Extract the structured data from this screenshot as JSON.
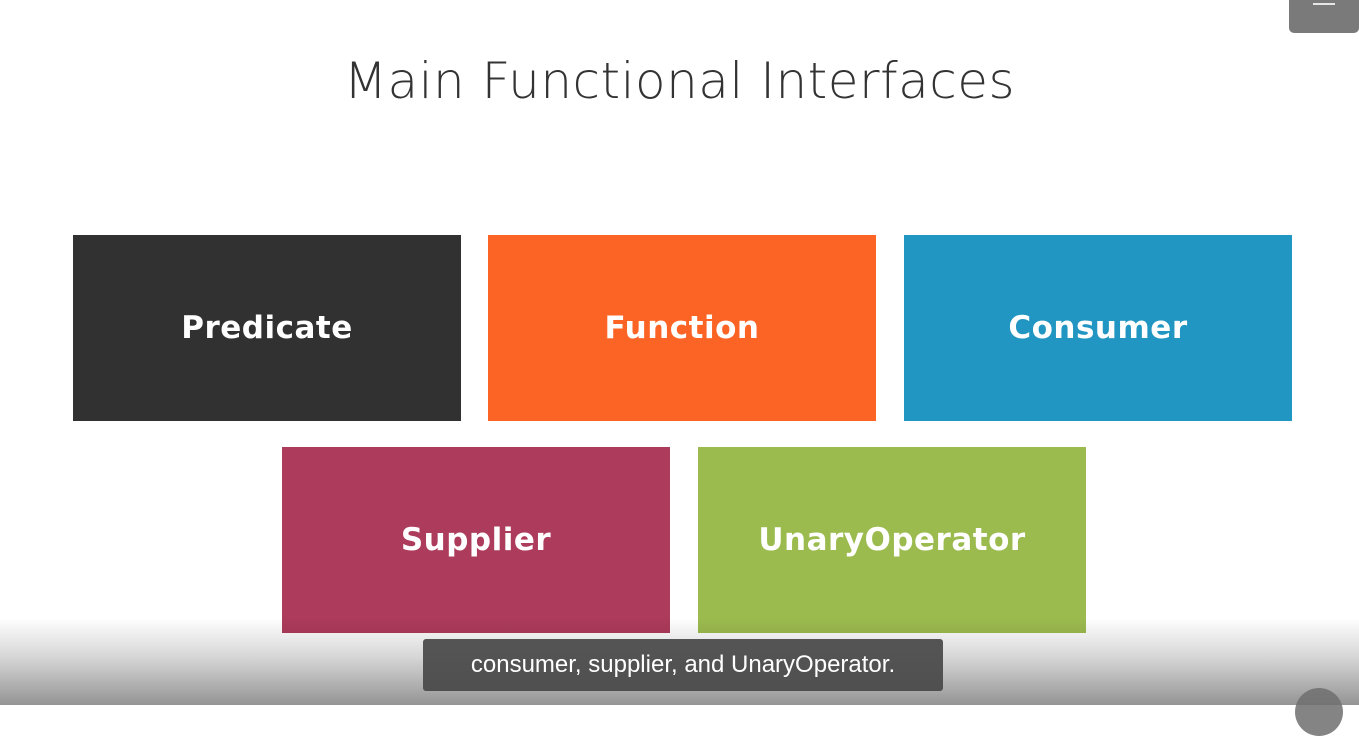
{
  "slide": {
    "title": "Main Functional Interfaces"
  },
  "tiles": [
    {
      "label": "Predicate",
      "color": "#313131"
    },
    {
      "label": "Function",
      "color": "#fc6426"
    },
    {
      "label": "Consumer",
      "color": "#2196c2"
    },
    {
      "label": "Supplier",
      "color": "#ad3b5b"
    },
    {
      "label": "UnaryOperator",
      "color": "#9cbb4e"
    }
  ],
  "player": {
    "caption": "consumer, supplier, and UnaryOperator.",
    "menu_icon": "hamburger-menu-icon",
    "next_icon": "next-arrow-icon"
  }
}
